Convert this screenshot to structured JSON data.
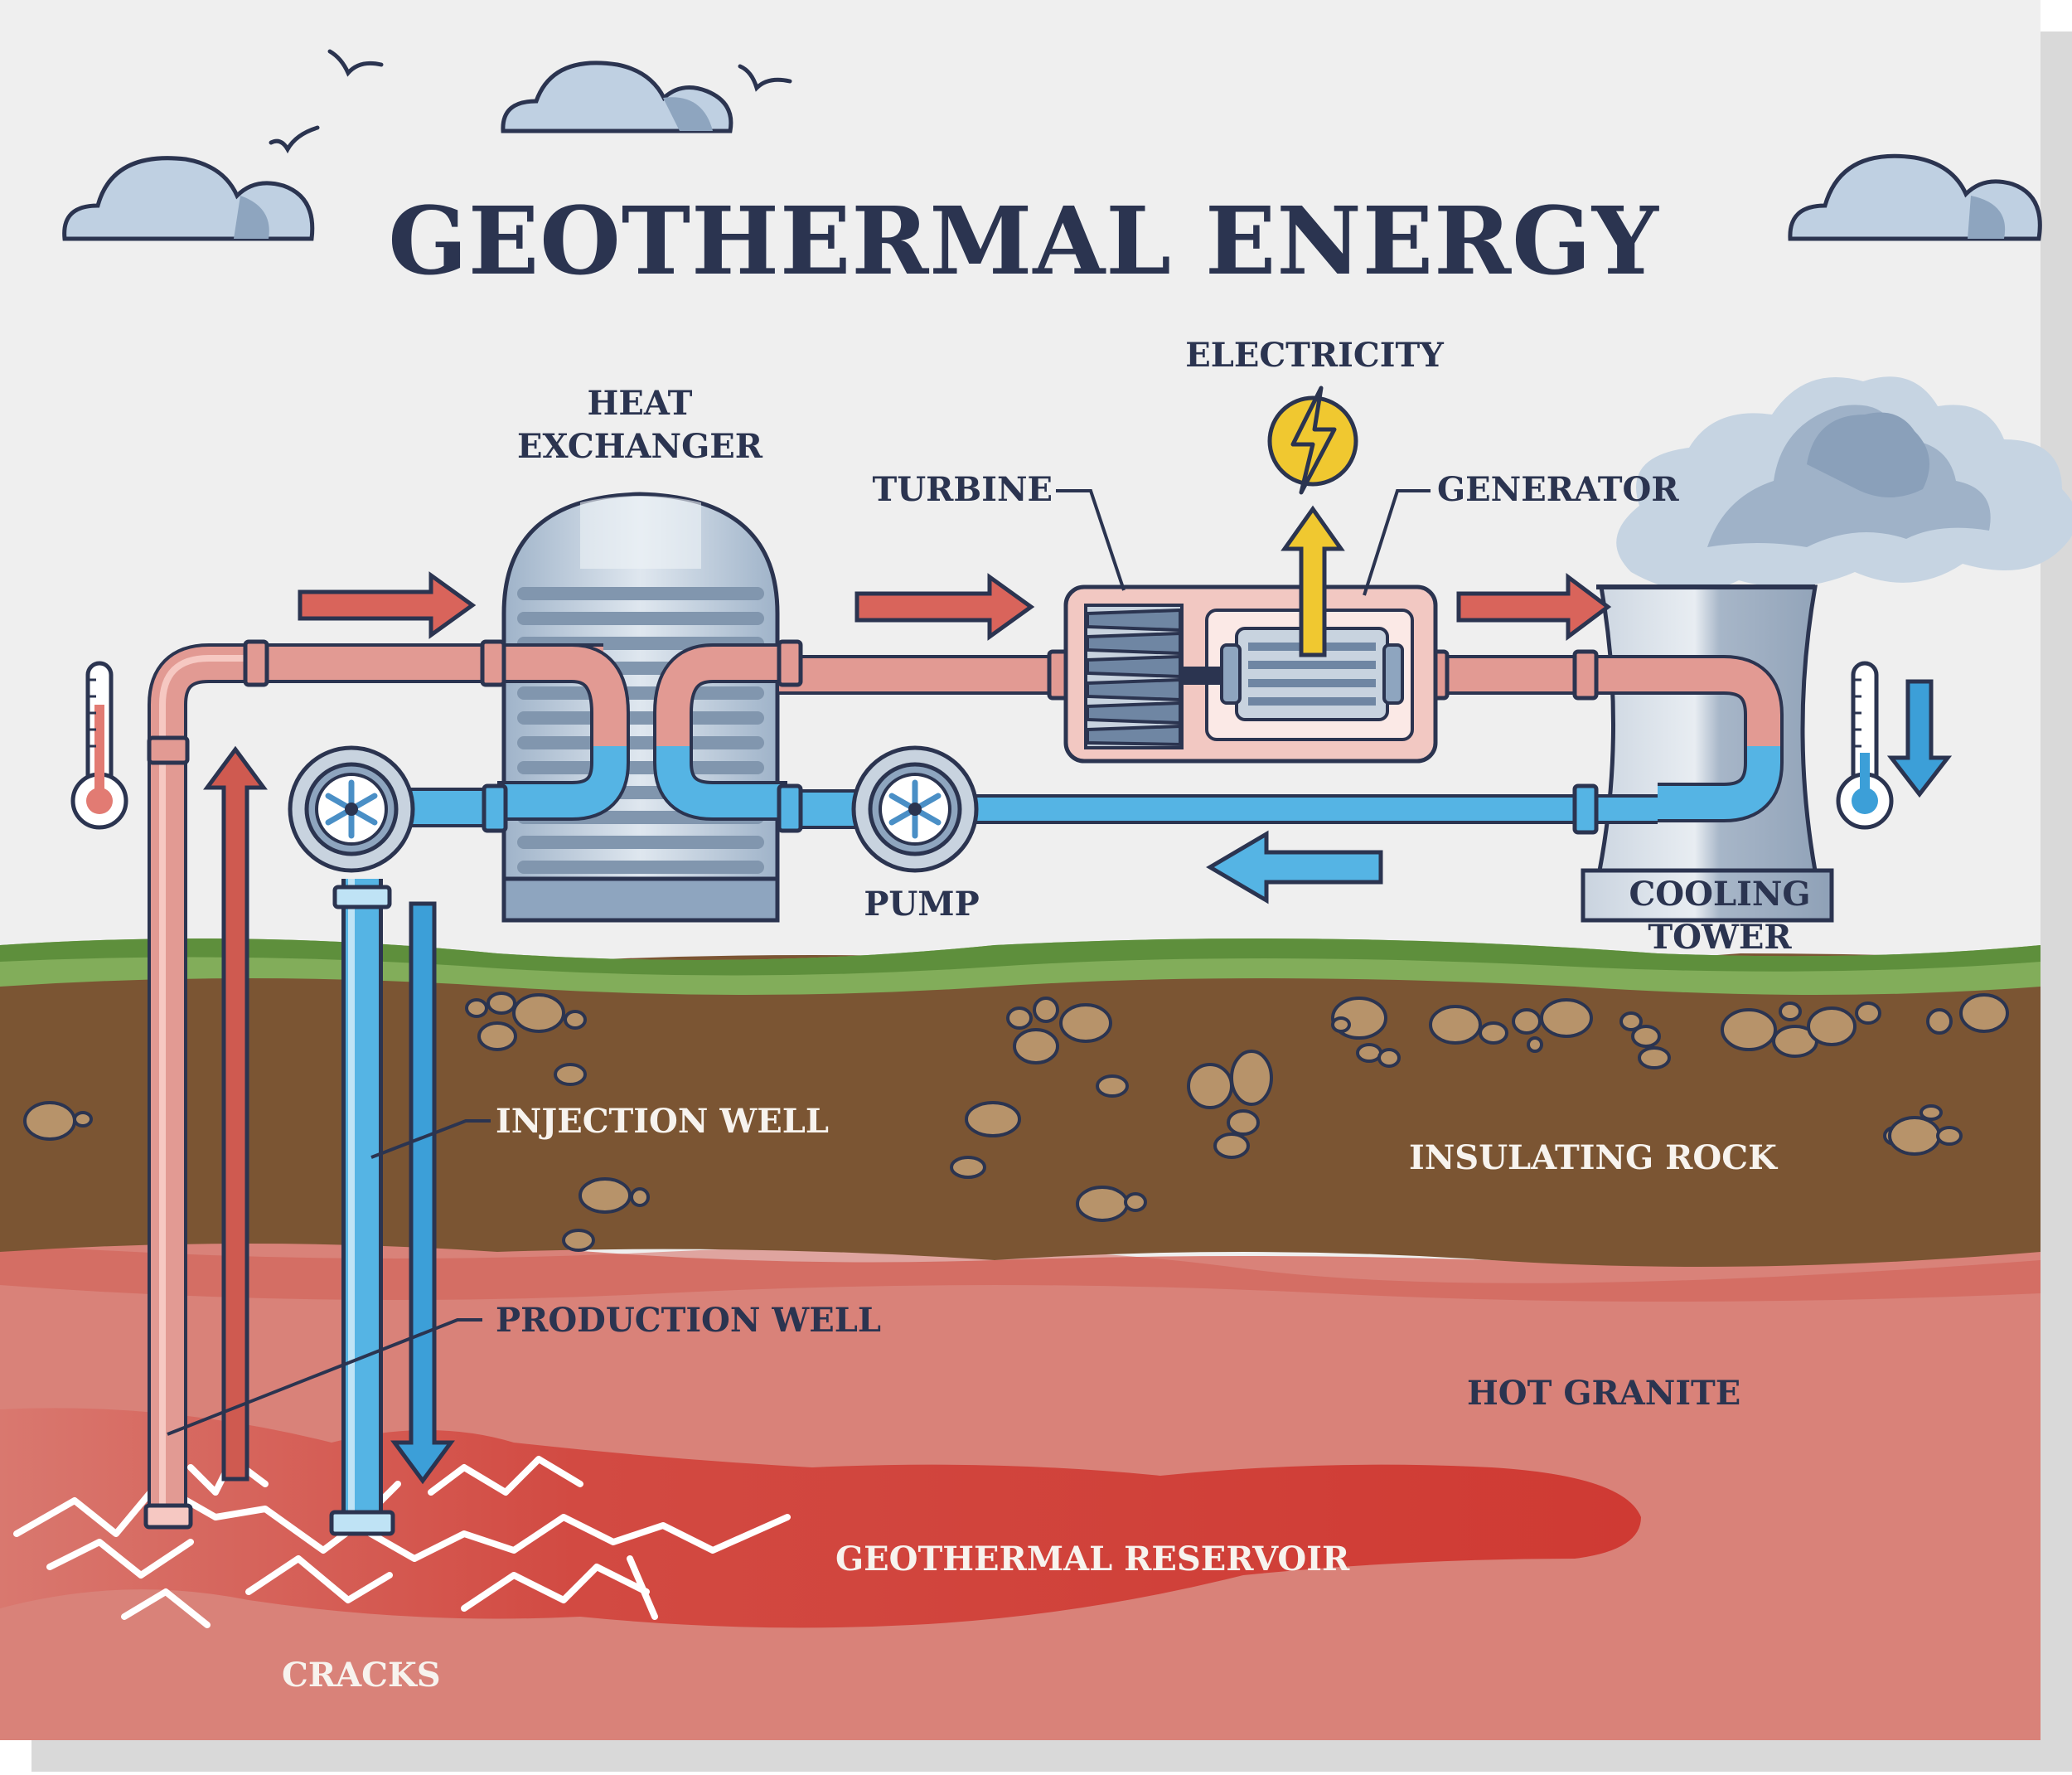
{
  "title": "GEOTHERMAL ENERGY",
  "labels": {
    "heat_exchanger_1": "HEAT",
    "heat_exchanger_2": "EXCHANGER",
    "electricity": "ELECTRICITY",
    "turbine": "TURBINE",
    "generator": "GENERATOR",
    "pump": "PUMP",
    "cooling_tower_1": "COOLING",
    "cooling_tower_2": "TOWER",
    "injection_well": "INJECTION WELL",
    "production_well": "PRODUCTION WELL",
    "insulating_rock": "INSULATING ROCK",
    "hot_granite": "HOT GRANITE",
    "geothermal_reservoir": "GEOTHERMAL RESERVOIR",
    "cracks": "CRACKS"
  },
  "colors": {
    "sky": "#efefef",
    "ground_rock": "#7b5533",
    "grass": "#82ad5a",
    "granite": "#d98279",
    "reservoir": "#cf4039",
    "hot_pipe": "#e29a93",
    "cold_pipe": "#55b4e4",
    "outline": "#2b3450",
    "cloud": "#bfd0e2",
    "electricity": "#f0c830",
    "text_dark": "#2b3450",
    "text_light": "#f7f3ee"
  }
}
